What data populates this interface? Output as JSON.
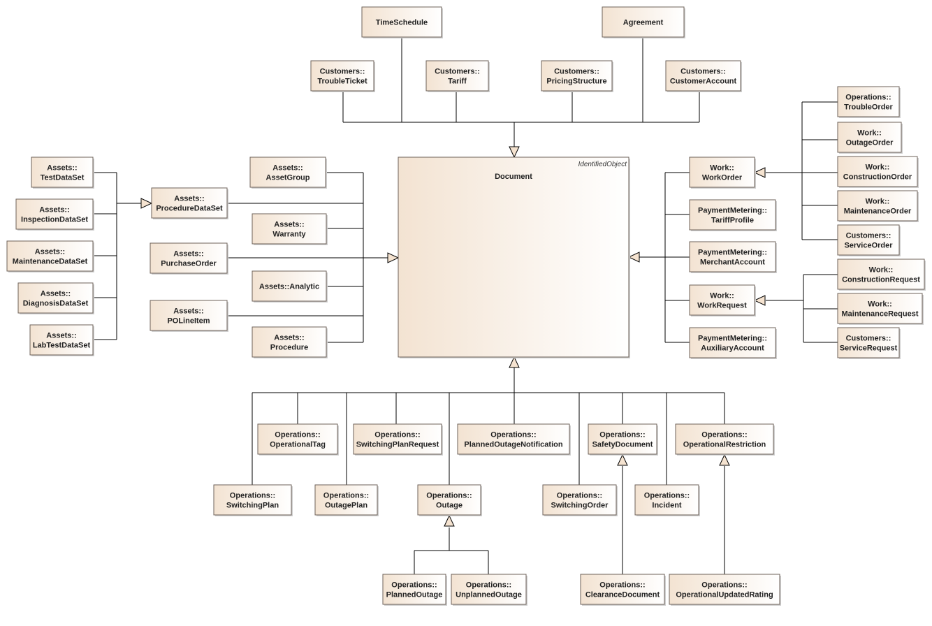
{
  "diagram": {
    "root": {
      "id": "Document",
      "lines": [
        "Document"
      ],
      "stereotype": "IdentifiedObject"
    },
    "classes": [
      {
        "id": "TimeSchedule",
        "lines": [
          "TimeSchedule"
        ]
      },
      {
        "id": "Agreement",
        "lines": [
          "Agreement"
        ]
      },
      {
        "id": "TroubleTicket",
        "lines": [
          "Customers::",
          "TroubleTicket"
        ]
      },
      {
        "id": "Tariff",
        "lines": [
          "Customers::",
          "Tariff"
        ]
      },
      {
        "id": "PricingStructure",
        "lines": [
          "Customers::",
          "PricingStructure"
        ]
      },
      {
        "id": "CustomerAccount",
        "lines": [
          "Customers::",
          "CustomerAccount"
        ]
      },
      {
        "id": "TestDataSet",
        "lines": [
          "Assets::",
          "TestDataSet"
        ]
      },
      {
        "id": "InspectionDataSet",
        "lines": [
          "Assets::",
          "InspectionDataSet"
        ]
      },
      {
        "id": "MaintenanceDataSet",
        "lines": [
          "Assets::",
          "MaintenanceDataSet"
        ]
      },
      {
        "id": "DiagnosisDataSet",
        "lines": [
          "Assets::",
          "DiagnosisDataSet"
        ]
      },
      {
        "id": "LabTestDataSet",
        "lines": [
          "Assets::",
          "LabTestDataSet"
        ]
      },
      {
        "id": "ProcedureDataSet",
        "lines": [
          "Assets::",
          "ProcedureDataSet"
        ]
      },
      {
        "id": "AssetGroup",
        "lines": [
          "Assets::",
          "AssetGroup"
        ]
      },
      {
        "id": "Warranty",
        "lines": [
          "Assets::",
          "Warranty"
        ]
      },
      {
        "id": "PurchaseOrder",
        "lines": [
          "Assets::",
          "PurchaseOrder"
        ]
      },
      {
        "id": "Analytic",
        "lines": [
          "Assets::Analytic"
        ]
      },
      {
        "id": "POLineItem",
        "lines": [
          "Assets::",
          "POLineItem"
        ]
      },
      {
        "id": "Procedure",
        "lines": [
          "Assets::",
          "Procedure"
        ]
      },
      {
        "id": "WorkOrder",
        "lines": [
          "Work::",
          "WorkOrder"
        ]
      },
      {
        "id": "TariffProfile",
        "lines": [
          "PaymentMetering::",
          "TariffProfile"
        ]
      },
      {
        "id": "MerchantAccount",
        "lines": [
          "PaymentMetering::",
          "MerchantAccount"
        ]
      },
      {
        "id": "WorkRequest",
        "lines": [
          "Work::",
          "WorkRequest"
        ]
      },
      {
        "id": "AuxiliaryAccount",
        "lines": [
          "PaymentMetering::",
          "AuxiliaryAccount"
        ]
      },
      {
        "id": "TroubleOrder",
        "lines": [
          "Operations::",
          "TroubleOrder"
        ]
      },
      {
        "id": "OutageOrder",
        "lines": [
          "Work::",
          "OutageOrder"
        ]
      },
      {
        "id": "ConstructionOrder",
        "lines": [
          "Work::",
          "ConstructionOrder"
        ]
      },
      {
        "id": "MaintenanceOrder",
        "lines": [
          "Work::",
          "MaintenanceOrder"
        ]
      },
      {
        "id": "ServiceOrder",
        "lines": [
          "Customers::",
          "ServiceOrder"
        ]
      },
      {
        "id": "ConstructionRequest",
        "lines": [
          "Work::",
          "ConstructionRequest"
        ]
      },
      {
        "id": "MaintenanceRequest",
        "lines": [
          "Work::",
          "MaintenanceRequest"
        ]
      },
      {
        "id": "ServiceRequest",
        "lines": [
          "Customers::",
          "ServiceRequest"
        ]
      },
      {
        "id": "OperationalTag",
        "lines": [
          "Operations::",
          "OperationalTag"
        ]
      },
      {
        "id": "SwitchingPlanRequest",
        "lines": [
          "Operations::",
          "SwitchingPlanRequest"
        ]
      },
      {
        "id": "PlannedOutageNotification",
        "lines": [
          "Operations::",
          "PlannedOutageNotification"
        ]
      },
      {
        "id": "SafetyDocument",
        "lines": [
          "Operations::",
          "SafetyDocument"
        ]
      },
      {
        "id": "OperationalRestriction",
        "lines": [
          "Operations::",
          "OperationalRestriction"
        ]
      },
      {
        "id": "SwitchingPlan",
        "lines": [
          "Operations::",
          "SwitchingPlan"
        ]
      },
      {
        "id": "OutagePlan",
        "lines": [
          "Operations::",
          "OutagePlan"
        ]
      },
      {
        "id": "Outage",
        "lines": [
          "Operations::",
          "Outage"
        ]
      },
      {
        "id": "SwitchingOrder",
        "lines": [
          "Operations::",
          "SwitchingOrder"
        ]
      },
      {
        "id": "Incident",
        "lines": [
          "Operations::",
          "Incident"
        ]
      },
      {
        "id": "PlannedOutage",
        "lines": [
          "Operations::",
          "PlannedOutage"
        ]
      },
      {
        "id": "UnplannedOutage",
        "lines": [
          "Operations::",
          "UnplannedOutage"
        ]
      },
      {
        "id": "ClearanceDocument",
        "lines": [
          "Operations::",
          "ClearanceDocument"
        ]
      },
      {
        "id": "OperationalUpdatedRating",
        "lines": [
          "Operations::",
          "OperationalUpdatedRating"
        ]
      }
    ],
    "generalizations": [
      {
        "child": "TimeSchedule",
        "parent": "Document"
      },
      {
        "child": "Agreement",
        "parent": "Document"
      },
      {
        "child": "TroubleTicket",
        "parent": "Document"
      },
      {
        "child": "Tariff",
        "parent": "Document"
      },
      {
        "child": "PricingStructure",
        "parent": "Document"
      },
      {
        "child": "CustomerAccount",
        "parent": "Document"
      },
      {
        "child": "TestDataSet",
        "parent": "ProcedureDataSet"
      },
      {
        "child": "InspectionDataSet",
        "parent": "ProcedureDataSet"
      },
      {
        "child": "MaintenanceDataSet",
        "parent": "ProcedureDataSet"
      },
      {
        "child": "DiagnosisDataSet",
        "parent": "ProcedureDataSet"
      },
      {
        "child": "LabTestDataSet",
        "parent": "ProcedureDataSet"
      },
      {
        "child": "ProcedureDataSet",
        "parent": "Document"
      },
      {
        "child": "AssetGroup",
        "parent": "Document"
      },
      {
        "child": "Warranty",
        "parent": "Document"
      },
      {
        "child": "PurchaseOrder",
        "parent": "Document"
      },
      {
        "child": "Analytic",
        "parent": "Document"
      },
      {
        "child": "POLineItem",
        "parent": "Document"
      },
      {
        "child": "Procedure",
        "parent": "Document"
      },
      {
        "child": "WorkOrder",
        "parent": "Document"
      },
      {
        "child": "TariffProfile",
        "parent": "Document"
      },
      {
        "child": "MerchantAccount",
        "parent": "Document"
      },
      {
        "child": "WorkRequest",
        "parent": "Document"
      },
      {
        "child": "AuxiliaryAccount",
        "parent": "Document"
      },
      {
        "child": "TroubleOrder",
        "parent": "WorkOrder"
      },
      {
        "child": "OutageOrder",
        "parent": "WorkOrder"
      },
      {
        "child": "ConstructionOrder",
        "parent": "WorkOrder"
      },
      {
        "child": "MaintenanceOrder",
        "parent": "WorkOrder"
      },
      {
        "child": "ServiceOrder",
        "parent": "WorkOrder"
      },
      {
        "child": "ConstructionRequest",
        "parent": "WorkRequest"
      },
      {
        "child": "MaintenanceRequest",
        "parent": "WorkRequest"
      },
      {
        "child": "ServiceRequest",
        "parent": "WorkRequest"
      },
      {
        "child": "OperationalTag",
        "parent": "Document"
      },
      {
        "child": "SwitchingPlanRequest",
        "parent": "Document"
      },
      {
        "child": "PlannedOutageNotification",
        "parent": "Document"
      },
      {
        "child": "SafetyDocument",
        "parent": "Document"
      },
      {
        "child": "OperationalRestriction",
        "parent": "Document"
      },
      {
        "child": "SwitchingPlan",
        "parent": "Document"
      },
      {
        "child": "OutagePlan",
        "parent": "Document"
      },
      {
        "child": "Outage",
        "parent": "Document"
      },
      {
        "child": "SwitchingOrder",
        "parent": "Document"
      },
      {
        "child": "Incident",
        "parent": "Document"
      },
      {
        "child": "PlannedOutage",
        "parent": "Outage"
      },
      {
        "child": "UnplannedOutage",
        "parent": "Outage"
      },
      {
        "child": "ClearanceDocument",
        "parent": "SafetyDocument"
      },
      {
        "child": "OperationalUpdatedRating",
        "parent": "OperationalRestriction"
      }
    ],
    "colors": {
      "box_fill_left": "#f3e3d2",
      "box_fill_right": "#ffffff",
      "box_border": "#6e6259",
      "line": "#000000",
      "arrow_fill": "#f5e3d0"
    }
  }
}
